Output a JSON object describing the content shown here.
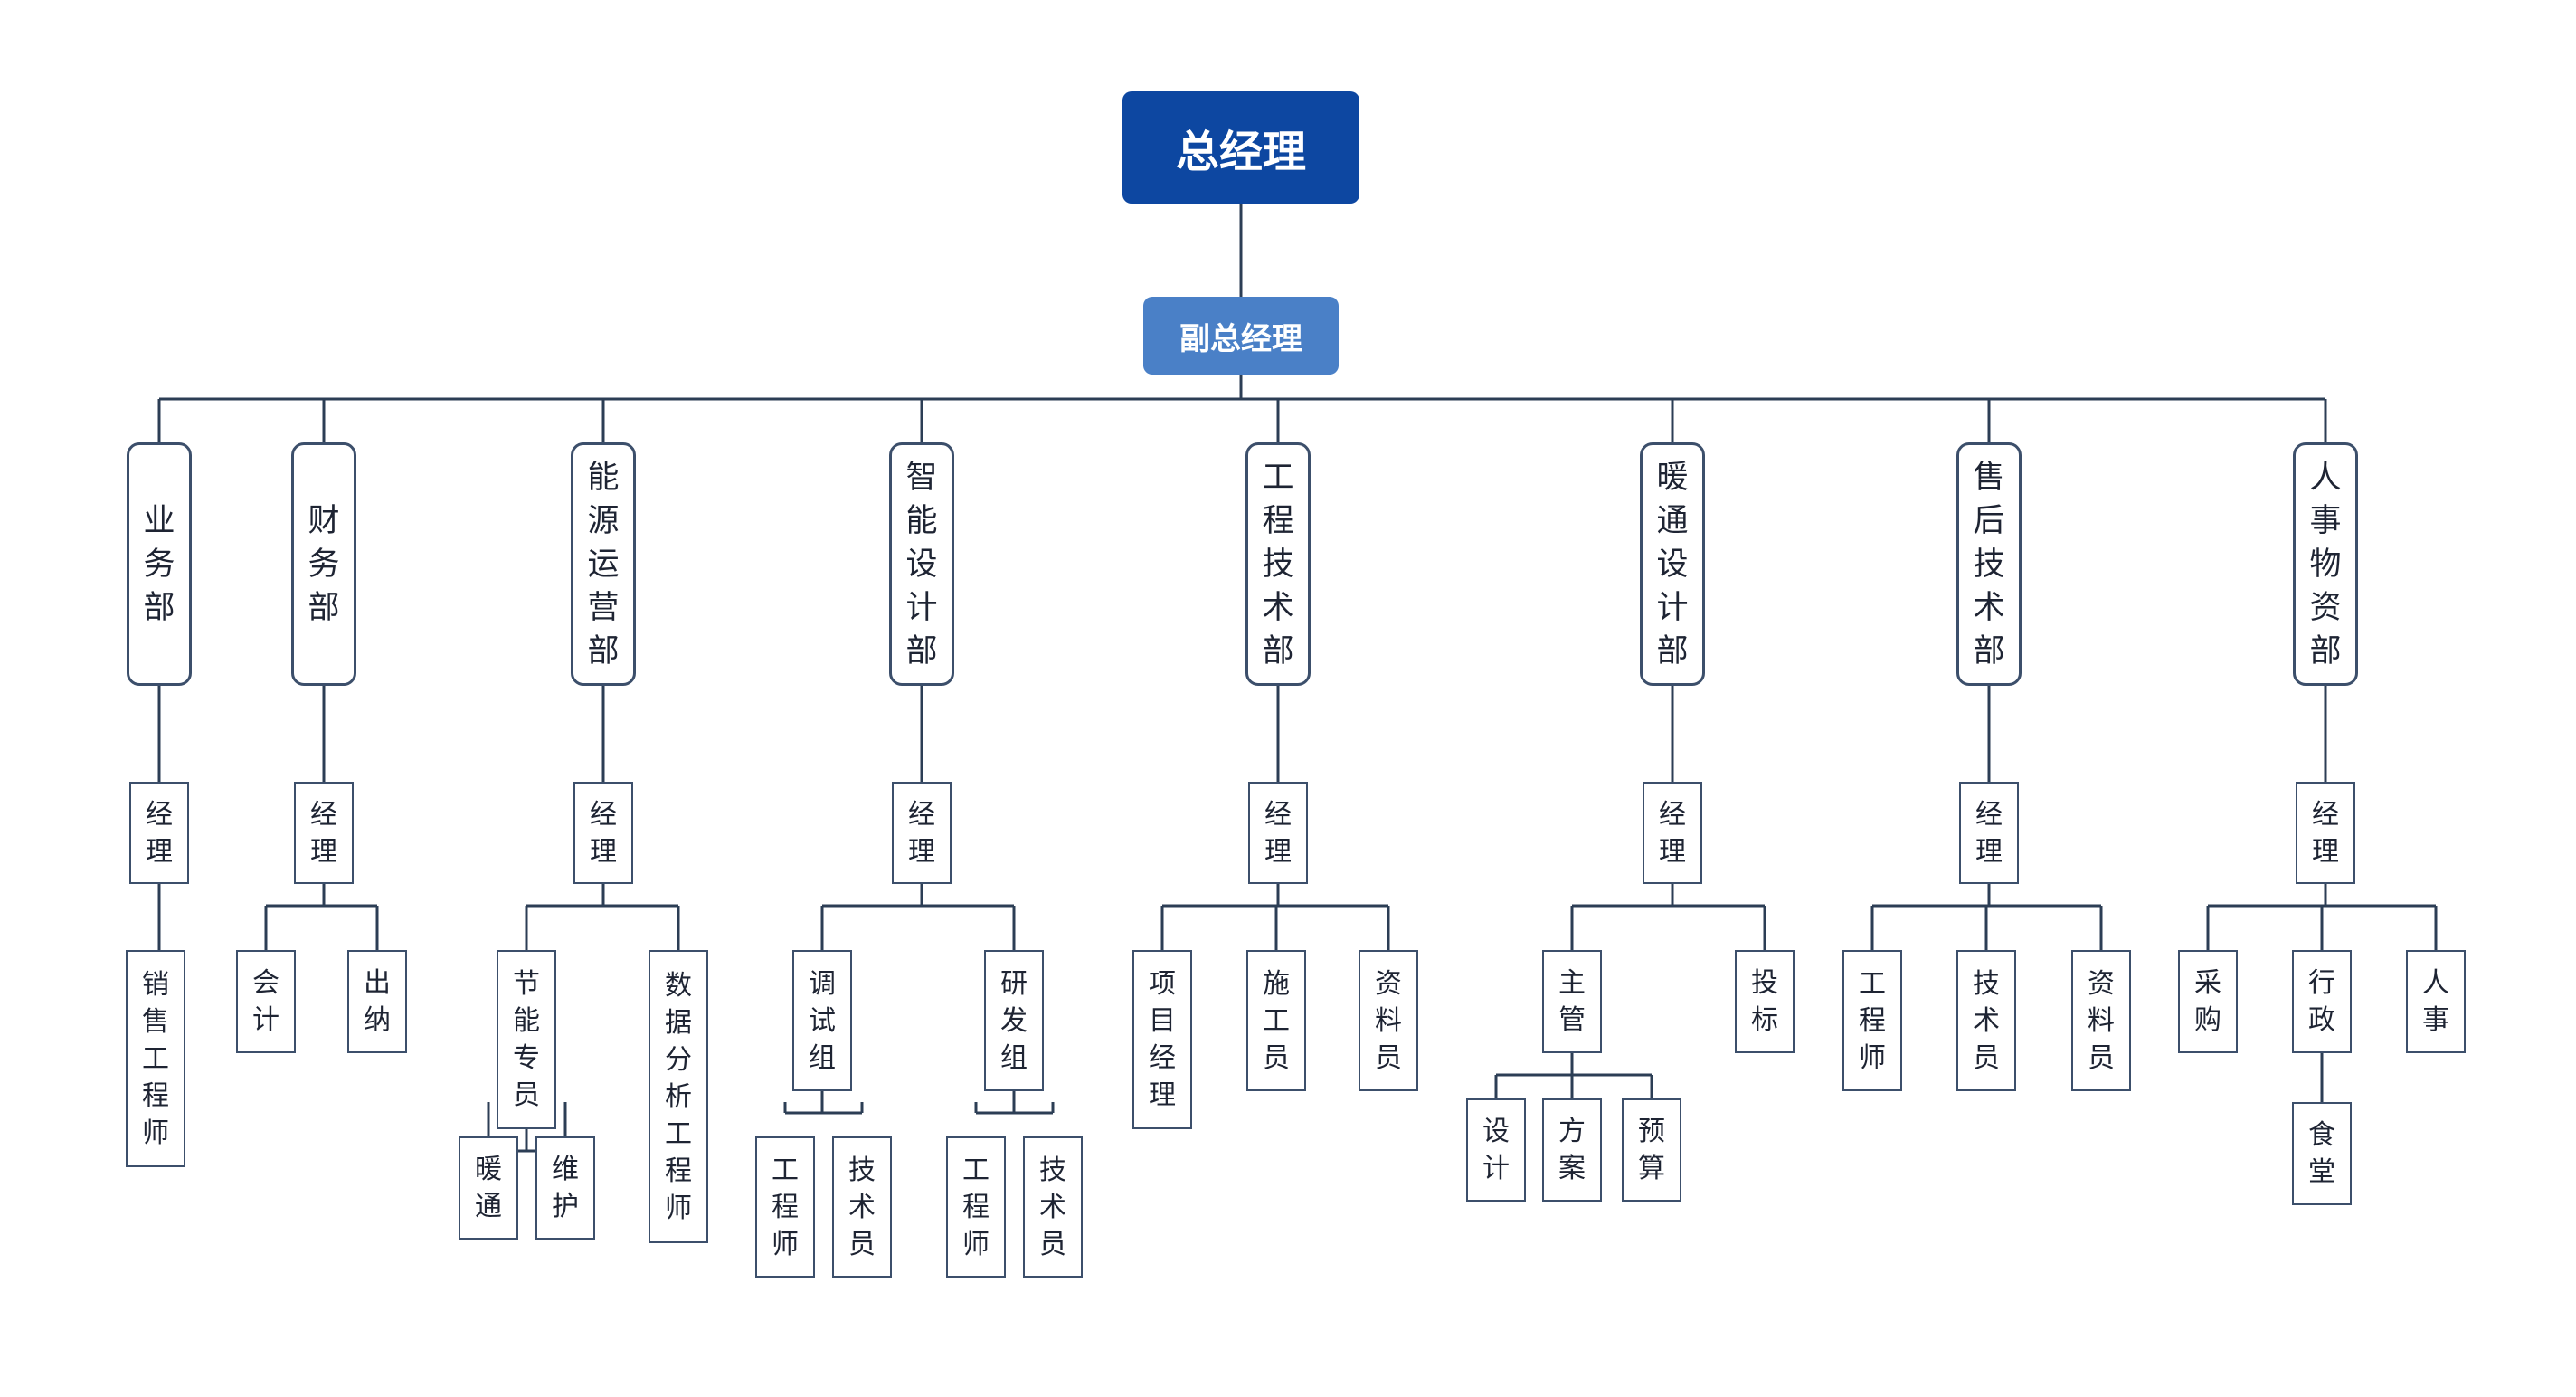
{
  "colors": {
    "root": "#0d47a1",
    "vice": "#4a80c7",
    "line": "#2c3e55",
    "border": "#3c4f6b",
    "text": "#1e2433"
  },
  "root": "总经理",
  "vice": "副总经理",
  "departments": [
    {
      "name": "业务部",
      "manager": "经理",
      "children": [
        {
          "name": "销售工程师"
        }
      ]
    },
    {
      "name": "财务部",
      "manager": "经理",
      "children": [
        {
          "name": "会计"
        },
        {
          "name": "出纳"
        }
      ]
    },
    {
      "name": "能源运营部",
      "manager": "经理",
      "children": [
        {
          "name": "节能专员",
          "children": [
            {
              "name": "暖通"
            },
            {
              "name": "维护"
            }
          ]
        },
        {
          "name": "数据分析工程师"
        }
      ]
    },
    {
      "name": "智能设计部",
      "manager": "经理",
      "children": [
        {
          "name": "调试组",
          "children": [
            {
              "name": "工程师"
            },
            {
              "name": "技术员"
            }
          ]
        },
        {
          "name": "研发组",
          "children": [
            {
              "name": "工程师"
            },
            {
              "name": "技术员"
            }
          ]
        }
      ]
    },
    {
      "name": "工程技术部",
      "manager": "经理",
      "children": [
        {
          "name": "项目经理"
        },
        {
          "name": "施工员"
        },
        {
          "name": "资料员"
        }
      ]
    },
    {
      "name": "暖通设计部",
      "manager": "经理",
      "children": [
        {
          "name": "主管",
          "children": [
            {
              "name": "设计"
            },
            {
              "name": "方案"
            },
            {
              "name": "预算"
            }
          ]
        },
        {
          "name": "投标"
        }
      ]
    },
    {
      "name": "售后技术部",
      "manager": "经理",
      "children": [
        {
          "name": "工程师"
        },
        {
          "name": "技术员"
        },
        {
          "name": "资料员"
        }
      ]
    },
    {
      "name": "人事物资部",
      "manager": "经理",
      "children": [
        {
          "name": "采购"
        },
        {
          "name": "行政",
          "children": [
            {
              "name": "食堂"
            }
          ]
        },
        {
          "name": "人事"
        }
      ]
    }
  ]
}
